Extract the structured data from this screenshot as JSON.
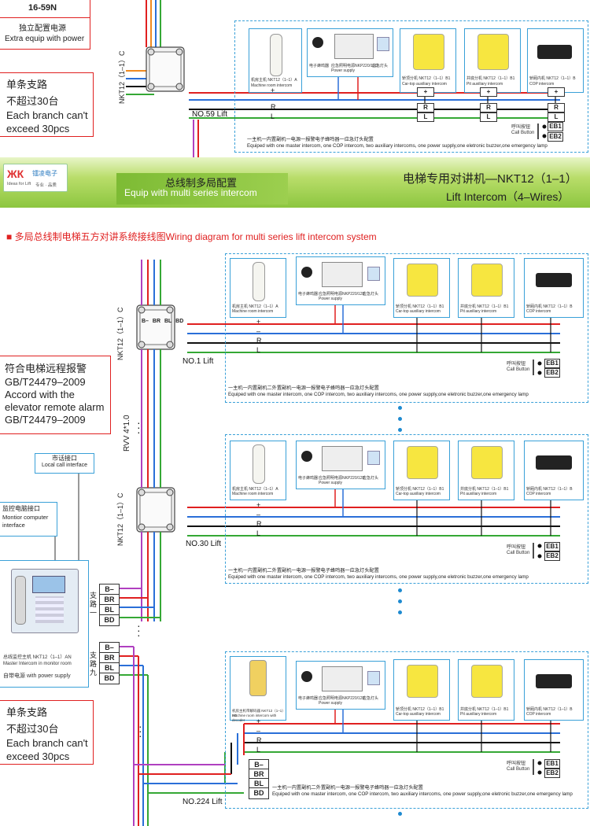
{
  "top_box": {
    "code": "16-59N",
    "cn": "独立配置电源",
    "en": "Extra equip with power"
  },
  "branch_note_top": {
    "cn": "单条支路",
    "cn2": "不超过30台",
    "en1": "Each branch can't",
    "en2": "exceed 30pcs"
  },
  "branch_note_bottom": {
    "cn": "单条支路",
    "cn2": "不超过30台",
    "en1": "Each branch can't",
    "en2": "exceed 30pcs"
  },
  "banner": {
    "logo_text": "镭凌电子",
    "logo_sub": "Ideas for Lift",
    "logo_sub2": "专业 · 品质",
    "center_cn": "总线制多局配置",
    "center_en": "Equip with multi series intercom",
    "right_cn": "电梯专用对讲机—NKT12（1–1）",
    "right_en": "Lift Intercom（4–Wires）"
  },
  "section_title": "■ 多局总线制电梯五方对讲系统接线图Wiring diagram for multi series lift intercom system",
  "alarm_note": {
    "l1": "符合电梯远程报警",
    "l2": "GB/T24479–2009",
    "l3": "Accord with the",
    "l4": "elevator remote alarm",
    "l5": "GB/T24479–2009"
  },
  "local_call": {
    "cn": "市话接口",
    "en": "Local call interface"
  },
  "monitor_pc": {
    "cn": "监控电脑接口",
    "en1": "Montior computer",
    "en2": "interface"
  },
  "master": {
    "cn": "总线监控主机 NKT12（1–1）AN",
    "en": "Master Intercom in monitor room",
    "power": "自带电源 with power supply"
  },
  "cable_label": "RVV 4*1.0",
  "junction_label": "NKT12（1–1）C",
  "lifts": [
    "NO.59 Lift",
    "NO.1 Lift",
    "NO.30 Lift",
    "NO.224 Lift"
  ],
  "bus_lines": [
    "B–",
    "BR",
    "BL",
    "BD"
  ],
  "branch_labels": {
    "one": "支路一",
    "nine": "支路九"
  },
  "term_labels": [
    "+",
    "–",
    "R",
    "L"
  ],
  "call_button": {
    "cn": "呼叫按钮",
    "en": "Call Button",
    "eb1": "EB1",
    "eb2": "EB2"
  },
  "devices": {
    "machine_room": {
      "cn": "机房主机 NKT12（1–1）A",
      "en": "Machine room intercom"
    },
    "machine_room_decoder": {
      "cn": "机房主机带解码器 NKT12（1–1）AC",
      "en": "Machine room intercom with decoder"
    },
    "buzzer": {
      "cn": "电子蜂鸣器",
      "en": "Electronic buzzer"
    },
    "power": {
      "cn": "应急照明电源NKP220/12D",
      "en": "Power supply"
    },
    "lamp": {
      "cn": "应急灯头",
      "en": "Emergency lamp"
    },
    "car_top": {
      "cn": "轿顶分机 NKT12（1–1）B1",
      "en": "Car-top auxiliary intercom"
    },
    "pit": {
      "cn": "井底分机 NKT12（1–1）B1",
      "en": "Pit auxiliary intercom"
    },
    "cop": {
      "cn": "轿厢内机 NKT12（1–1）B",
      "en": "COP intercom"
    }
  },
  "equip_note": {
    "cn_top": "一主机一内置副机一电源一报警电子蜂鸣器一应急灯头配置",
    "en_top": "Equiped with one master intercom, one COP intercom, two auxiliary intercoms, one power supply,one eletronic buzzer,one emergency lamp",
    "cn": "一主机一内置副机二外置副机一电源一报警电子蜂鸣器一应急灯头配置",
    "en": "Equiped with one master intercom, one COP intercom, two auxiliary intercoms, one power supply,one eletronic buzzer,one emergency lamp"
  },
  "colors": {
    "red_wire": "#e02020",
    "blue_wire": "#2a6fd8",
    "green_wire": "#35a835",
    "black_wire": "#111111",
    "orange_wire": "#f08a20",
    "violet_wire": "#b040c0",
    "accent": "#3aa0d8"
  }
}
